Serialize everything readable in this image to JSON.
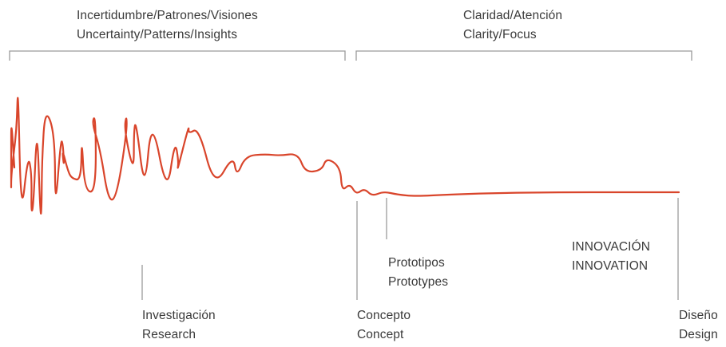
{
  "phases": {
    "uncertainty": {
      "spanish": "Incertidumbre/Patrones/Visiones",
      "english": "Uncertainty/Patterns/Insights"
    },
    "clarity": {
      "spanish": "Claridad/Atención",
      "english": "Clarity/Focus"
    }
  },
  "milestones": {
    "research": {
      "spanish": "Investigación",
      "english": "Research"
    },
    "concept": {
      "spanish": "Concepto",
      "english": "Concept"
    },
    "prototypes": {
      "spanish": "Prototipos",
      "english": "Prototypes"
    },
    "innovation": {
      "spanish": "INNOVACIÓN",
      "english": "INNOVATION"
    },
    "design": {
      "spanish": "Diseño",
      "english": "Design"
    }
  },
  "colors": {
    "squiggle": "#d9452b",
    "ink": "#3a3a3a",
    "bracket": "#9a9a9a"
  }
}
